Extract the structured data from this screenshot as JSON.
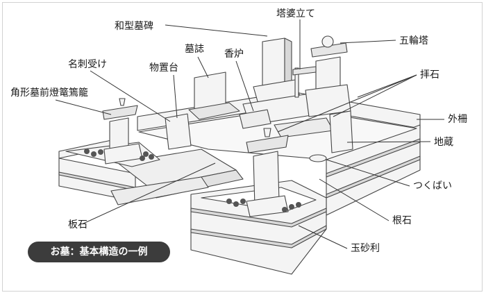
{
  "labels": {
    "wakei_bohi": "和型墓碑",
    "tobatate": "塔婆立て",
    "gorinto": "五輪塔",
    "boshi": "墓誌",
    "koro": "香炉",
    "meishiuke": "名刺受け",
    "motsuokidai": "物置台",
    "haiseki": "拝石",
    "tourou": "角形墓前燈篭篶籠",
    "sotosaku": "外柵",
    "jizo": "地蔵",
    "tsukubai": "つくばい",
    "itaishi": "板石",
    "neishi": "根石",
    "tamajari": "玉砂利"
  },
  "caption": "お墓：基本構造の一例",
  "colors": {
    "line": "#444444",
    "fill": "#f4f4f4",
    "shade": "#d8d8d8",
    "caption_bg": "#3c3c3c"
  }
}
